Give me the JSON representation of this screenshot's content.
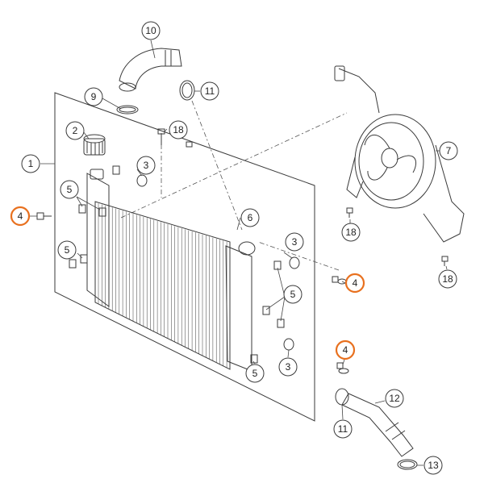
{
  "colors": {
    "line": "#3a3a3a",
    "highlight": "#e8701e",
    "circle_fill": "#ffffff"
  },
  "callouts": [
    {
      "label": "10",
      "highlight": false
    },
    {
      "label": "9",
      "highlight": false
    },
    {
      "label": "11",
      "highlight": false
    },
    {
      "label": "2",
      "highlight": false
    },
    {
      "label": "18",
      "highlight": false
    },
    {
      "label": "1",
      "highlight": false
    },
    {
      "label": "3",
      "highlight": false
    },
    {
      "label": "5",
      "highlight": false
    },
    {
      "label": "4",
      "highlight": true
    },
    {
      "label": "6",
      "highlight": false
    },
    {
      "label": "5",
      "highlight": false
    },
    {
      "label": "3",
      "highlight": false
    },
    {
      "label": "5",
      "highlight": false
    },
    {
      "label": "3",
      "highlight": false
    },
    {
      "label": "5",
      "highlight": false
    },
    {
      "label": "7",
      "highlight": false
    },
    {
      "label": "18",
      "highlight": false
    },
    {
      "label": "18",
      "highlight": false
    },
    {
      "label": "4",
      "highlight": true
    },
    {
      "label": "4",
      "highlight": true
    },
    {
      "label": "12",
      "highlight": false
    },
    {
      "label": "11",
      "highlight": false
    },
    {
      "label": "13",
      "highlight": false
    }
  ]
}
